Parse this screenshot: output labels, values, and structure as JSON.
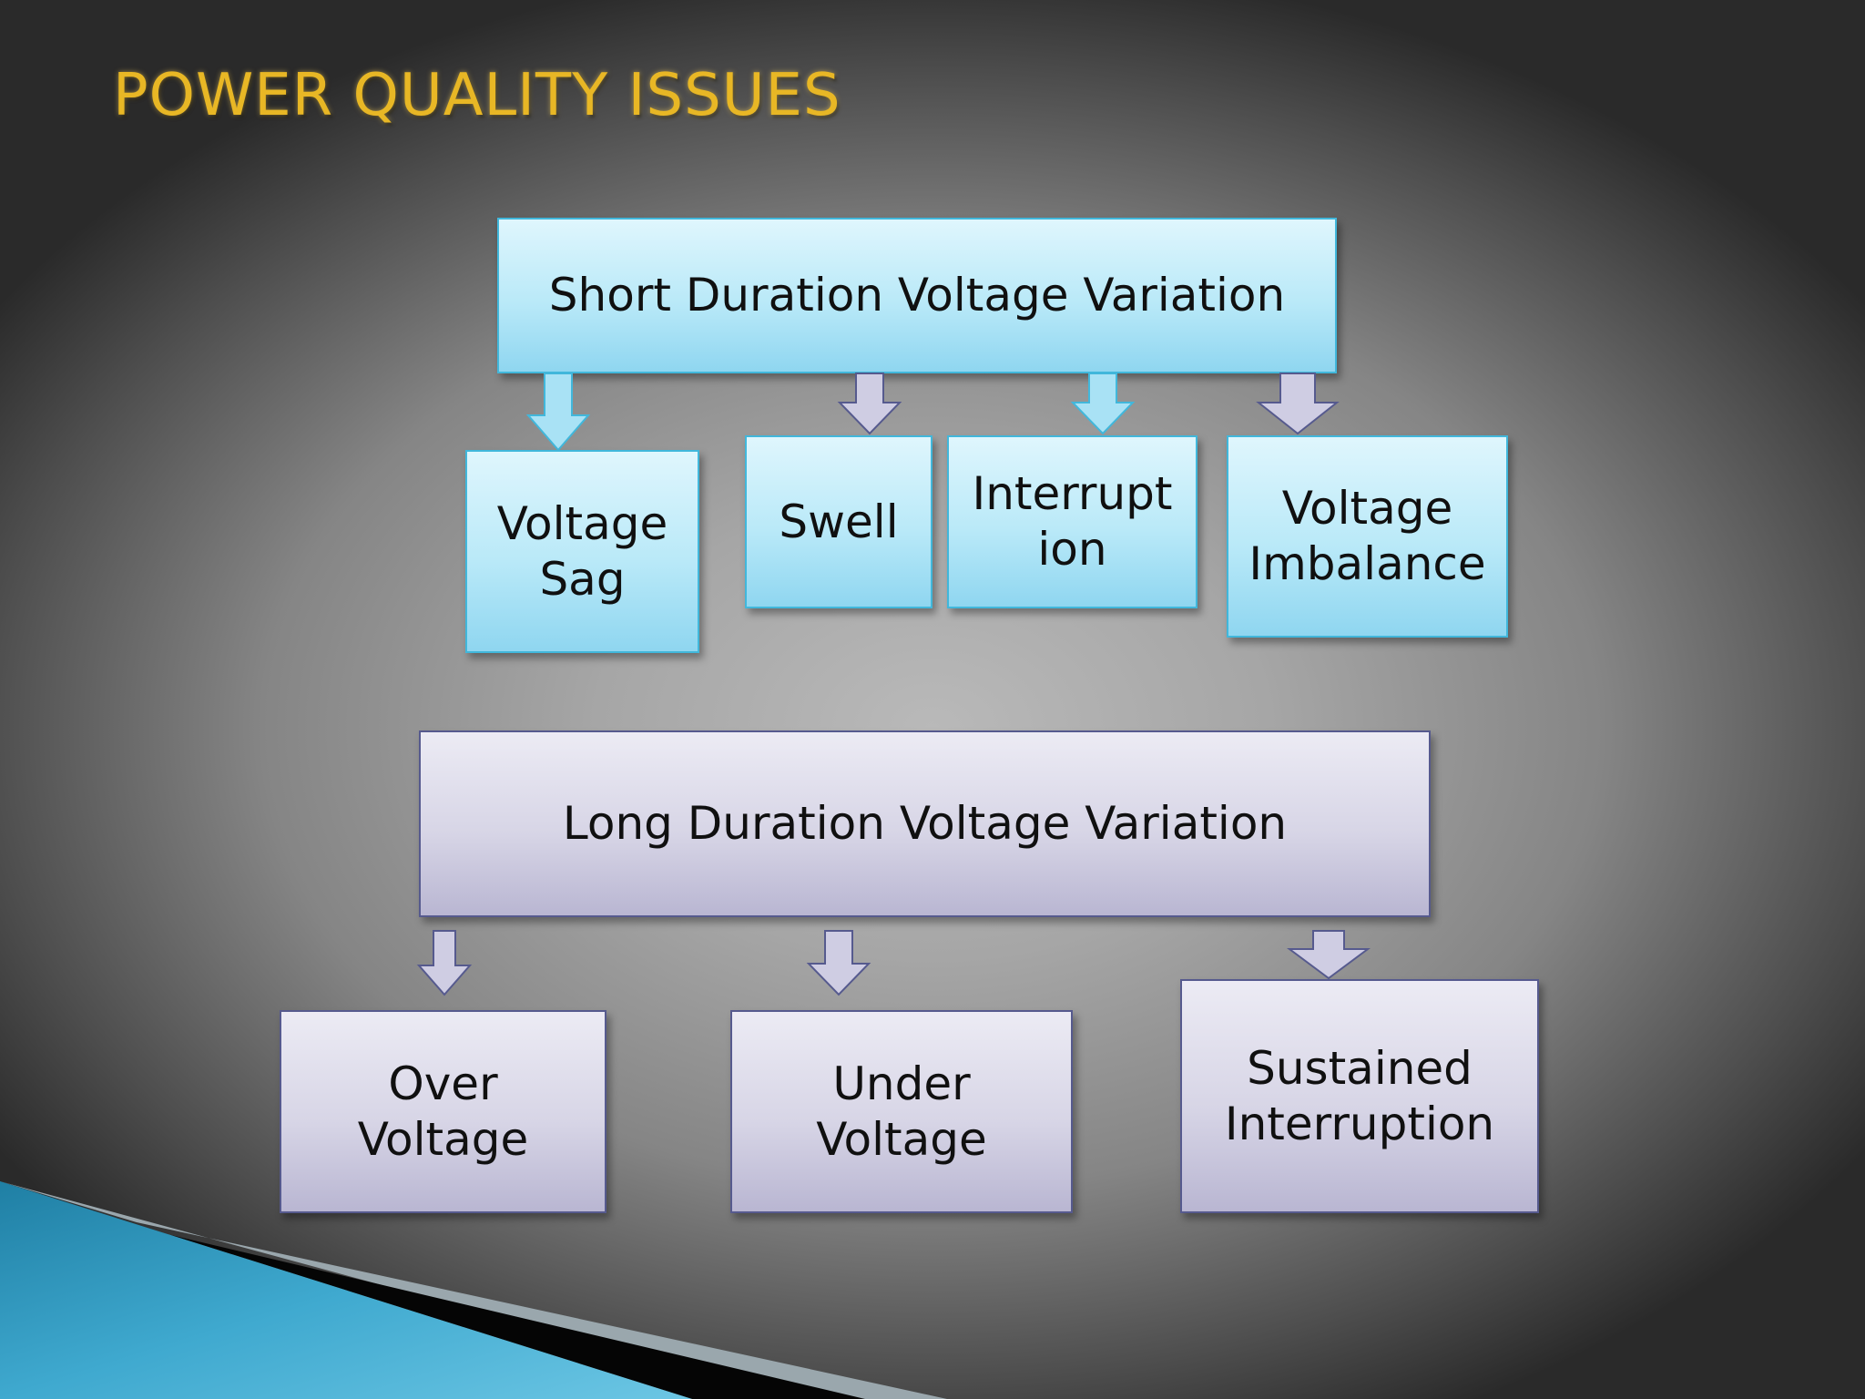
{
  "title": "POWER QUALITY ISSUES",
  "short_duration": {
    "label": "Short Duration Voltage Variation",
    "children": [
      {
        "label": "Voltage\nSag"
      },
      {
        "label": "Swell"
      },
      {
        "label": "Interrupt\nion"
      },
      {
        "label": "Voltage\nImbalance"
      }
    ]
  },
  "long_duration": {
    "label": "Long Duration Voltage Variation",
    "children": [
      {
        "label": "Over\nVoltage"
      },
      {
        "label": "Under\nVoltage"
      },
      {
        "label": "Sustained\nInterruption"
      }
    ]
  },
  "colors": {
    "title": "#e8b725",
    "short_box": "#b9e9f8",
    "long_box": "#d7d5e6",
    "accent_band": "#2f9cc0"
  }
}
